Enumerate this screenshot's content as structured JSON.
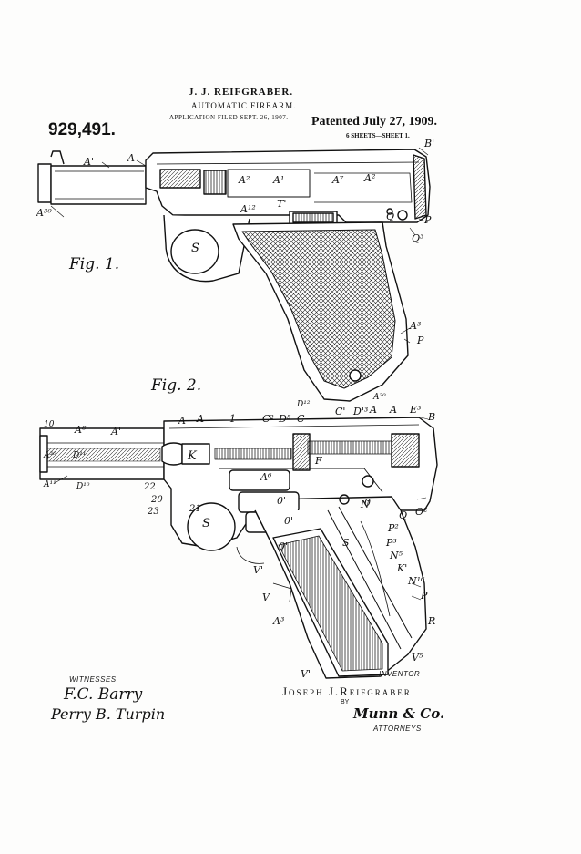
{
  "header": {
    "inventor_name": "J. J. REIFGRABER.",
    "title": "AUTOMATIC FIREARM.",
    "filed": "APPLICATION FILED SEPT. 26, 1907.",
    "patent_number": "929,491.",
    "patented": "Patented July 27, 1909.",
    "sheets": "6 SHEETS—SHEET 1."
  },
  "figures": {
    "fig1": "Fig. 1.",
    "fig2": "Fig. 2."
  },
  "labels_fig1": [
    "A'",
    "A",
    "A²",
    "A¹",
    "A⁷",
    "A²",
    "A¹²",
    "T'",
    "B'",
    "P",
    "Q",
    "Q³",
    "A³⁰",
    "S",
    "A³",
    "P"
  ],
  "labels_fig2": [
    "A",
    "A",
    "10",
    "A⁸",
    "A'",
    "A",
    "1",
    "C²",
    "D⁵",
    "C",
    "D¹²",
    "C'",
    "D'³",
    "A",
    "A²⁰",
    "E³",
    "B",
    "A³⁰",
    "D¹¹",
    "A¹¹",
    "D¹⁰",
    "22",
    "20",
    "23",
    "K",
    "F",
    "21",
    "S",
    "A⁶",
    "0'",
    "0'",
    "0'",
    "0",
    "S",
    "N",
    "Q",
    "O²",
    "P²",
    "P³",
    "N⁵",
    "K'",
    "N¹⁶",
    "V'",
    "V",
    "A³",
    "P",
    "R",
    "V⁵",
    "V'"
  ],
  "footer": {
    "witnesses_label": "WITNESSES",
    "witness_1": "F.C. Barry",
    "witness_2": "Perry B. Turpin",
    "inventor_label": "INVENTOR",
    "inventor_signature": "Joseph J.Reifgraber",
    "by": "BY",
    "attorney_signature": "Munn & Co.",
    "attorneys_label": "ATTORNEYS"
  }
}
